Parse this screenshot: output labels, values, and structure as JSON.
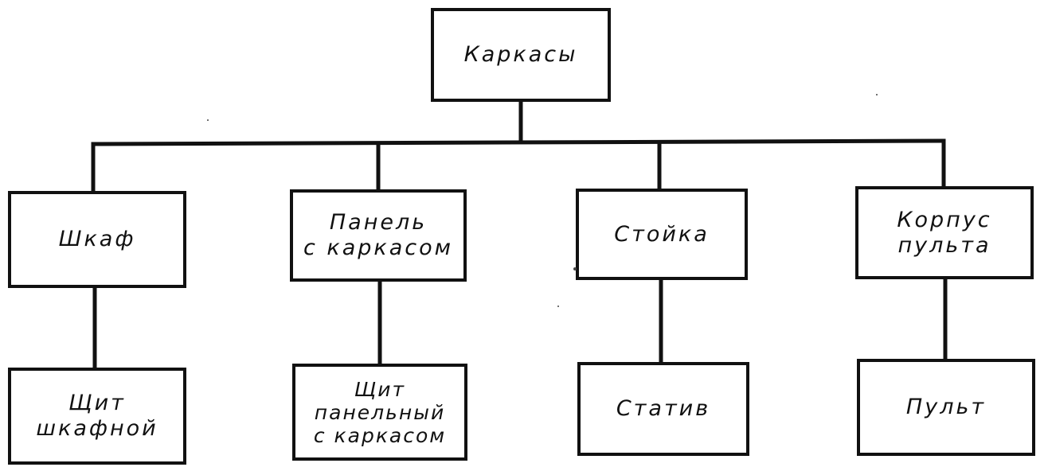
{
  "diagram": {
    "root": {
      "lines": [
        "Каркасы"
      ]
    },
    "branches": [
      {
        "node": {
          "lines": [
            "Шкаф"
          ]
        },
        "child": {
          "lines": [
            "Щит",
            "шкафной"
          ]
        }
      },
      {
        "node": {
          "lines": [
            "Панель",
            "с каркасом"
          ]
        },
        "child": {
          "lines": [
            "Щит",
            "панельный",
            "с каркасом"
          ]
        }
      },
      {
        "node": {
          "lines": [
            "Стойка"
          ]
        },
        "child": {
          "lines": [
            "Статив"
          ]
        }
      },
      {
        "node": {
          "lines": [
            "Корпус",
            "пульта"
          ]
        },
        "child": {
          "lines": [
            "Пульт"
          ]
        }
      }
    ]
  }
}
